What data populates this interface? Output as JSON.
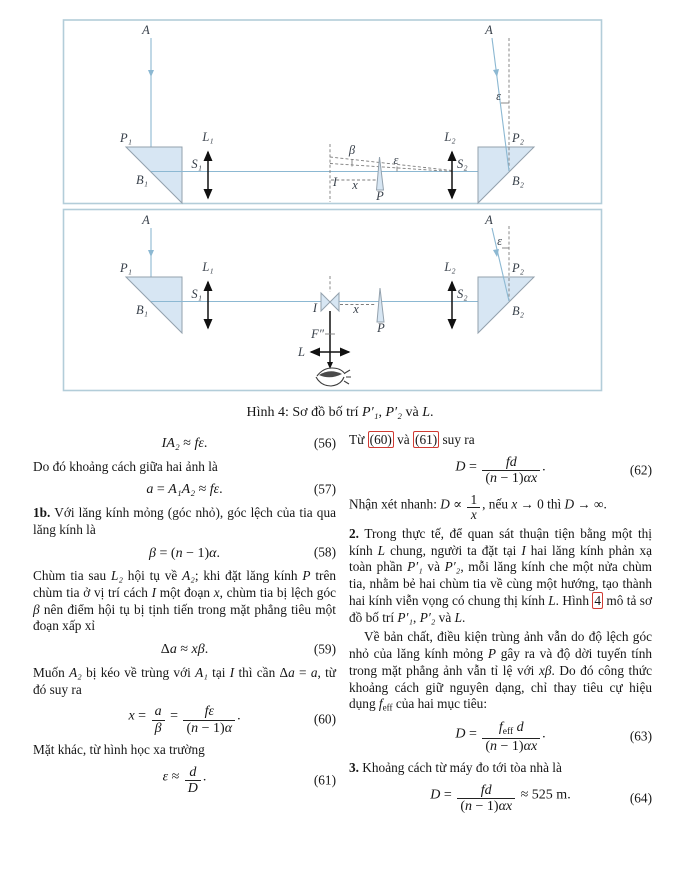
{
  "colors": {
    "border": "#b3cdd9",
    "beam": "#8cb8d2",
    "prism": "#d7e6f3",
    "pstroke": "#93a1ad",
    "link": "#cf3a32"
  },
  "figure": {
    "caption": [
      [
        "",
        "Hình 4: Sơ đồ bố trí "
      ],
      [
        "i",
        "P′₁"
      ],
      [
        "",
        ", "
      ],
      [
        "i",
        "P′₂"
      ],
      [
        "",
        "  và "
      ],
      [
        "i",
        "L"
      ],
      [
        "",
        "."
      ]
    ],
    "labels": {
      "A": "A",
      "P1": "P₁",
      "B1": "B₁",
      "L1": "L₁",
      "S1": "S₁",
      "L2": "L₂",
      "S2": "S₂",
      "P2": "P₂",
      "B2": "B₂",
      "beta": "β",
      "eps": "ε",
      "I": "I",
      "x": "x",
      "P": "P",
      "F": "F″",
      "L": "L"
    }
  },
  "left": {
    "eq56": {
      "num": "(56)",
      "parts": [
        [
          "i",
          "IA₂"
        ],
        [
          "",
          " ≈ "
        ],
        [
          "i",
          "fε"
        ],
        [
          "",
          "."
        ]
      ]
    },
    "p1": [
      [
        "",
        "Do đó khoảng cách giữa hai ảnh là"
      ]
    ],
    "eq57": {
      "num": "(57)",
      "parts": [
        [
          "i",
          "a"
        ],
        [
          "",
          " = "
        ],
        [
          "i",
          "A₁A₂"
        ],
        [
          "",
          " ≈ "
        ],
        [
          "i",
          "fε"
        ],
        [
          "",
          "."
        ]
      ]
    },
    "p2": [
      [
        "b",
        "1b."
      ],
      [
        "",
        " Với lăng kính mỏng (góc nhỏ), góc lệch của tia qua lăng kính là"
      ]
    ],
    "eq58": {
      "num": "(58)",
      "parts": [
        [
          "i",
          "β"
        ],
        [
          "",
          " = ("
        ],
        [
          "i",
          "n"
        ],
        [
          "",
          " − 1)"
        ],
        [
          "i",
          "α"
        ],
        [
          "",
          "."
        ]
      ]
    },
    "p3": [
      [
        "",
        "Chùm tia sau "
      ],
      [
        "i",
        "L₂"
      ],
      [
        "",
        " hội tụ về "
      ],
      [
        "i",
        "A₂"
      ],
      [
        "",
        "; khi đặt lăng kính "
      ],
      [
        "i",
        "P"
      ],
      [
        "",
        " trên chùm tia ở vị trí cách "
      ],
      [
        "i",
        "I"
      ],
      [
        "",
        " một đoạn "
      ],
      [
        "i",
        "x"
      ],
      [
        "",
        ", chùm tia bị lệch góc "
      ],
      [
        "i",
        "β"
      ],
      [
        "",
        " nên điểm hội tụ bị tịnh tiến trong mặt phẳng tiêu một đoạn xấp xỉ"
      ]
    ],
    "eq59": {
      "num": "(59)",
      "parts": [
        [
          "",
          "Δ"
        ],
        [
          "i",
          "a"
        ],
        [
          "",
          " ≈ "
        ],
        [
          "i",
          "xβ"
        ],
        [
          "",
          "."
        ]
      ]
    },
    "p4": [
      [
        "",
        "Muốn "
      ],
      [
        "i",
        "A₂"
      ],
      [
        "",
        " bị kéo về trùng với "
      ],
      [
        "i",
        "A₁"
      ],
      [
        "",
        " tại "
      ],
      [
        "i",
        "I"
      ],
      [
        "",
        " thì cần Δ"
      ],
      [
        "i",
        "a"
      ],
      [
        "",
        " = "
      ],
      [
        "i",
        "a"
      ],
      [
        "",
        ", từ đó suy ra"
      ]
    ],
    "eq60": {
      "num": "(60)",
      "parts": [
        [
          "i",
          "x"
        ],
        [
          "",
          " = "
        ],
        [
          "frac",
          [
            [
              [
                "i",
                "a"
              ]
            ],
            [
              [
                "i",
                "β"
              ]
            ]
          ]
        ],
        [
          "",
          " = "
        ],
        [
          "frac",
          [
            [
              [
                "i",
                "fε"
              ]
            ],
            [
              [
                "",
                "("
              ],
              [
                "i",
                "n"
              ],
              [
                "",
                " − 1)"
              ],
              [
                "i",
                "α"
              ]
            ]
          ]
        ],
        [
          "",
          "."
        ]
      ]
    },
    "p5": [
      [
        "",
        "Mặt khác, từ hình học xa trường"
      ]
    ],
    "eq61": {
      "num": "(61)",
      "parts": [
        [
          "i",
          "ε"
        ],
        [
          "",
          " ≈ "
        ],
        [
          "frac",
          [
            [
              [
                "i",
                "d"
              ]
            ],
            [
              [
                "i",
                "D"
              ]
            ]
          ]
        ],
        [
          "",
          "."
        ]
      ]
    }
  },
  "right": {
    "p1": [
      [
        "",
        "Từ "
      ],
      [
        "link",
        "(60)"
      ],
      [
        "",
        " và "
      ],
      [
        "link",
        "(61)"
      ],
      [
        "",
        " suy ra"
      ]
    ],
    "eq62": {
      "num": "(62)",
      "parts": [
        [
          "i",
          "D"
        ],
        [
          "",
          " = "
        ],
        [
          "frac",
          [
            [
              [
                "i",
                "fd"
              ]
            ],
            [
              [
                "",
                "("
              ],
              [
                "i",
                "n"
              ],
              [
                "",
                " − 1)"
              ],
              [
                "i",
                "αx"
              ]
            ]
          ]
        ],
        [
          "",
          "."
        ]
      ]
    },
    "p2": [
      [
        "",
        "Nhận xét nhanh: "
      ],
      [
        "i",
        "D"
      ],
      [
        "",
        " ∝ "
      ],
      [
        "frac",
        [
          [
            [
              "",
              "1"
            ]
          ],
          [
            [
              "i",
              "x"
            ]
          ]
        ]
      ],
      [
        "",
        ", nếu "
      ],
      [
        "i",
        "x"
      ],
      [
        "",
        " → 0 thì "
      ],
      [
        "i",
        "D"
      ],
      [
        "",
        " → ∞."
      ]
    ],
    "p3": [
      [
        "b",
        "2."
      ],
      [
        "",
        " Trong thực tế, để quan sát thuận tiện bằng một thị kính "
      ],
      [
        "i",
        "L"
      ],
      [
        "",
        " chung, người ta đặt tại "
      ],
      [
        "i",
        "I"
      ],
      [
        "",
        " hai lăng kính phản xạ toàn phần "
      ],
      [
        "i",
        "P′₁"
      ],
      [
        "",
        " và "
      ],
      [
        "i",
        "P′₂"
      ],
      [
        "",
        ", mỗi lăng kính che một nửa chùm tia, nhằm bẻ hai chùm tia về cùng một hướng, tạo thành hai kính viễn vọng có chung thị kính "
      ],
      [
        "i",
        "L"
      ],
      [
        "",
        ". Hình "
      ],
      [
        "link",
        "4"
      ],
      [
        "",
        " mô tả sơ đồ bố trí "
      ],
      [
        "i",
        "P′₁"
      ],
      [
        "",
        ", "
      ],
      [
        "i",
        "P′₂"
      ],
      [
        "",
        " và "
      ],
      [
        "i",
        "L"
      ],
      [
        "",
        "."
      ]
    ],
    "p4": [
      [
        "",
        "Về bản chất, điều kiện trùng ảnh vẫn do độ lệch góc nhỏ của lăng kính mỏng "
      ],
      [
        "i",
        "P"
      ],
      [
        "",
        " gây ra và độ dời tuyến tính trong mặt phẳng ảnh vẫn tỉ lệ với "
      ],
      [
        "i",
        "xβ"
      ],
      [
        "",
        ". Do đó công thức khoảng cách giữ nguyên dạng, chỉ thay tiêu cự hiệu dụng "
      ],
      [
        "i",
        "f"
      ],
      [
        "subr",
        "eff"
      ],
      [
        "",
        " của hai mục tiêu:"
      ]
    ],
    "eq63": {
      "num": "(63)",
      "parts": [
        [
          "i",
          "D"
        ],
        [
          "",
          " = "
        ],
        [
          "frac",
          [
            [
              [
                "i",
                "f"
              ],
              [
                "subr",
                "eff"
              ],
              [
                "i",
                " d"
              ]
            ],
            [
              [
                "",
                "("
              ],
              [
                "i",
                "n"
              ],
              [
                "",
                " − 1)"
              ],
              [
                "i",
                "αx"
              ]
            ]
          ]
        ],
        [
          "",
          "."
        ]
      ]
    },
    "p5": [
      [
        "b",
        "3."
      ],
      [
        "",
        " Khoảng cách từ máy đo tới tòa nhà là"
      ]
    ],
    "eq64": {
      "num": "(64)",
      "parts": [
        [
          "i",
          "D"
        ],
        [
          "",
          " = "
        ],
        [
          "frac",
          [
            [
              [
                "i",
                "fd"
              ]
            ],
            [
              [
                "",
                "("
              ],
              [
                "i",
                "n"
              ],
              [
                "",
                " − 1)"
              ],
              [
                "i",
                "αx"
              ]
            ]
          ]
        ],
        [
          "",
          " ≈ 525 m."
        ]
      ]
    }
  }
}
